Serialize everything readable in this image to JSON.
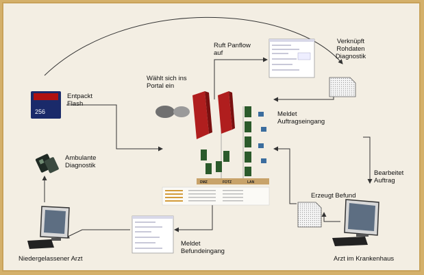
{
  "labels": {
    "entpackt": [
      "Entpackt",
      "Flash"
    ],
    "ambulante": [
      "Ambulante",
      "Diagnostik"
    ],
    "arzt_niedergelassen": "Niedergelassener Arzt",
    "waehlt": [
      "Wählt sich ins",
      "Portal ein"
    ],
    "ruft": [
      "Ruft Panflow",
      "auf"
    ],
    "verknuepft": [
      "Verknüpft",
      "Rohdaten",
      "Diagnostik"
    ],
    "meldet_auftrag": [
      "Meldet",
      "Auftragseingang"
    ],
    "bearbeitet": [
      "Bearbeitet",
      "Auftrag"
    ],
    "erzeugt": "Erzeugt Befund",
    "arzt_krankenhaus": "Arzt im Krankenhaus",
    "meldet_befund": [
      "Meldet",
      "Befundeingang"
    ]
  },
  "card_text": "256",
  "zones": [
    "DMZ",
    "FOTZ",
    "LAN"
  ]
}
